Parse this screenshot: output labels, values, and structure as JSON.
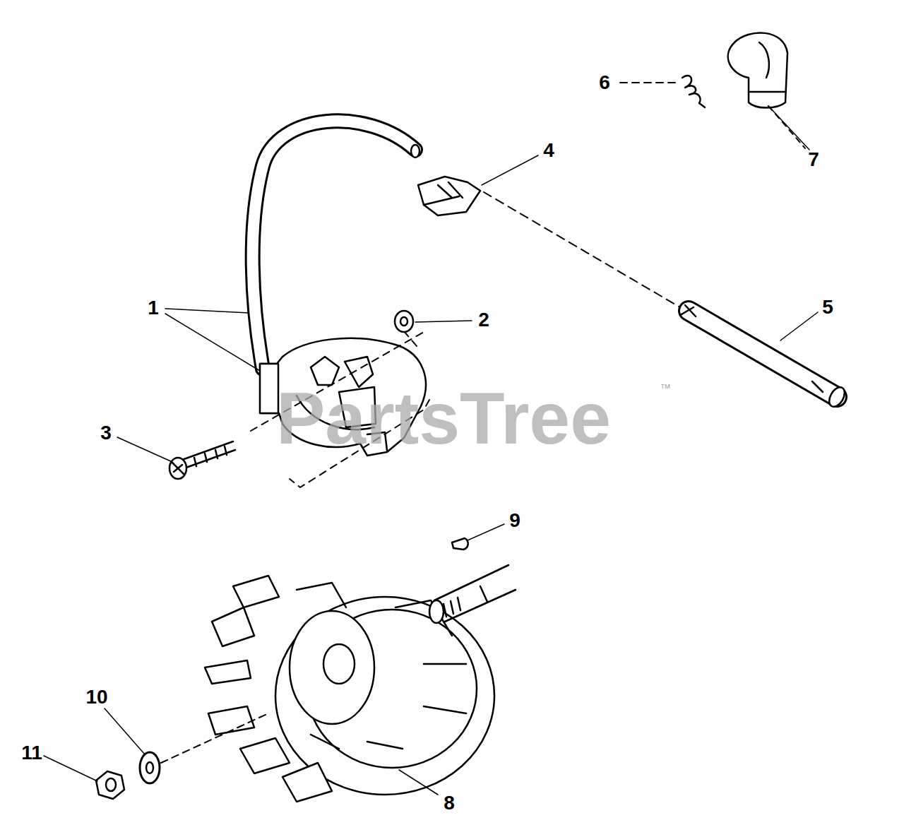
{
  "diagram": {
    "labels": [
      "1",
      "2",
      "3",
      "4",
      "5",
      "6",
      "7",
      "8",
      "9",
      "10",
      "11",
      "PartsTree",
      "™"
    ]
  }
}
